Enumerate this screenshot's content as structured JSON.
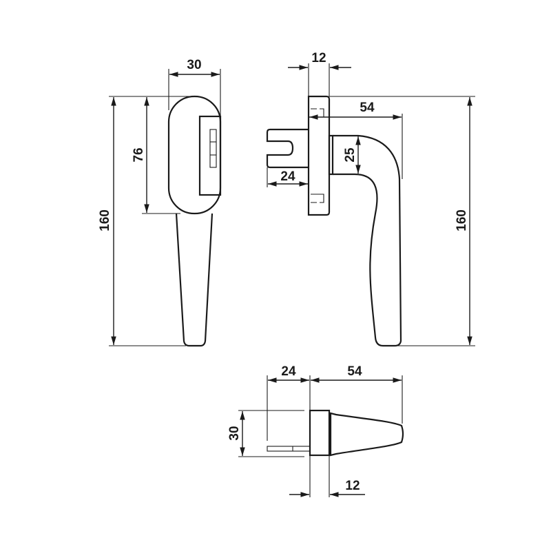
{
  "drawing": {
    "title": "Window handle dimension drawing",
    "front_view": {
      "width": "30",
      "rosette_height": "76",
      "total_height": "160"
    },
    "side_view": {
      "rosette_depth": "12",
      "projection": "54",
      "neck": "25",
      "spindle": "24",
      "total_height": "160"
    },
    "bottom_view": {
      "spindle": "24",
      "projection": "54",
      "width": "30",
      "rosette_depth": "12"
    },
    "line_color": "#1a1a1a"
  }
}
